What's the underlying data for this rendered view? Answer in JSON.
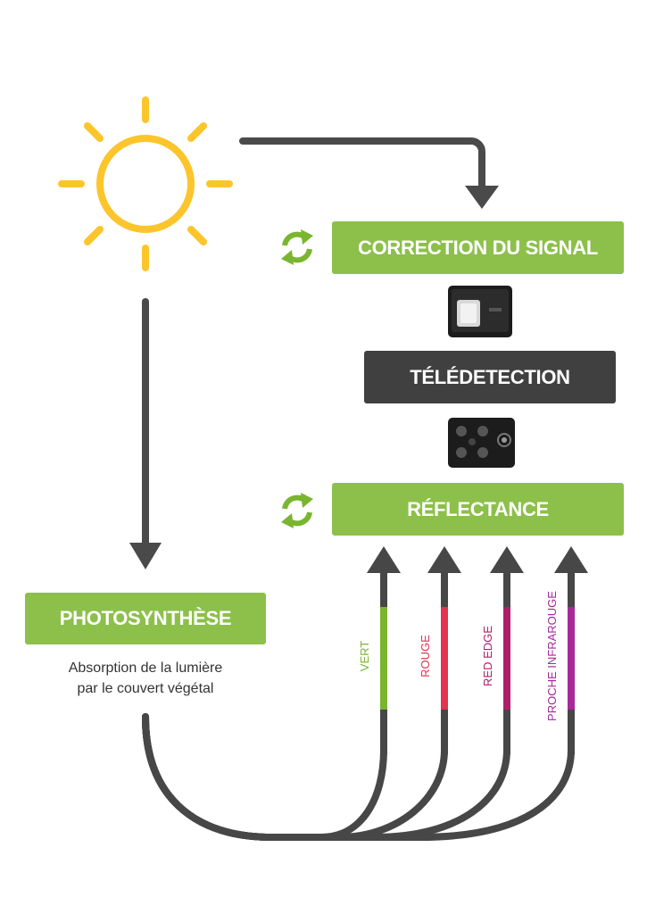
{
  "boxes": {
    "correction": "CORRECTION DU SIGNAL",
    "teledetection": "TÉLÉDETECTION",
    "reflectance": "RÉFLECTANCE",
    "photosynthese": "PHOTOSYNTHÈSE"
  },
  "caption": {
    "line1": "Absorption de la lumière",
    "line2": "par le couvert végétal"
  },
  "bands": [
    {
      "label": "VERT",
      "color": "#7ab52f"
    },
    {
      "label": "ROUGE",
      "color": "#e2334f"
    },
    {
      "label": "RED EDGE",
      "color": "#b01e6a"
    },
    {
      "label": "PROCHE INFRAROUGE",
      "color": "#a8299a"
    }
  ],
  "colors": {
    "sun": "#fcc52b",
    "accent_green": "#8cc04a",
    "dark": "#404040",
    "arrow": "#4a4a4a"
  },
  "icons": [
    "sun-icon",
    "refresh-icon",
    "sensor-device-icon"
  ]
}
